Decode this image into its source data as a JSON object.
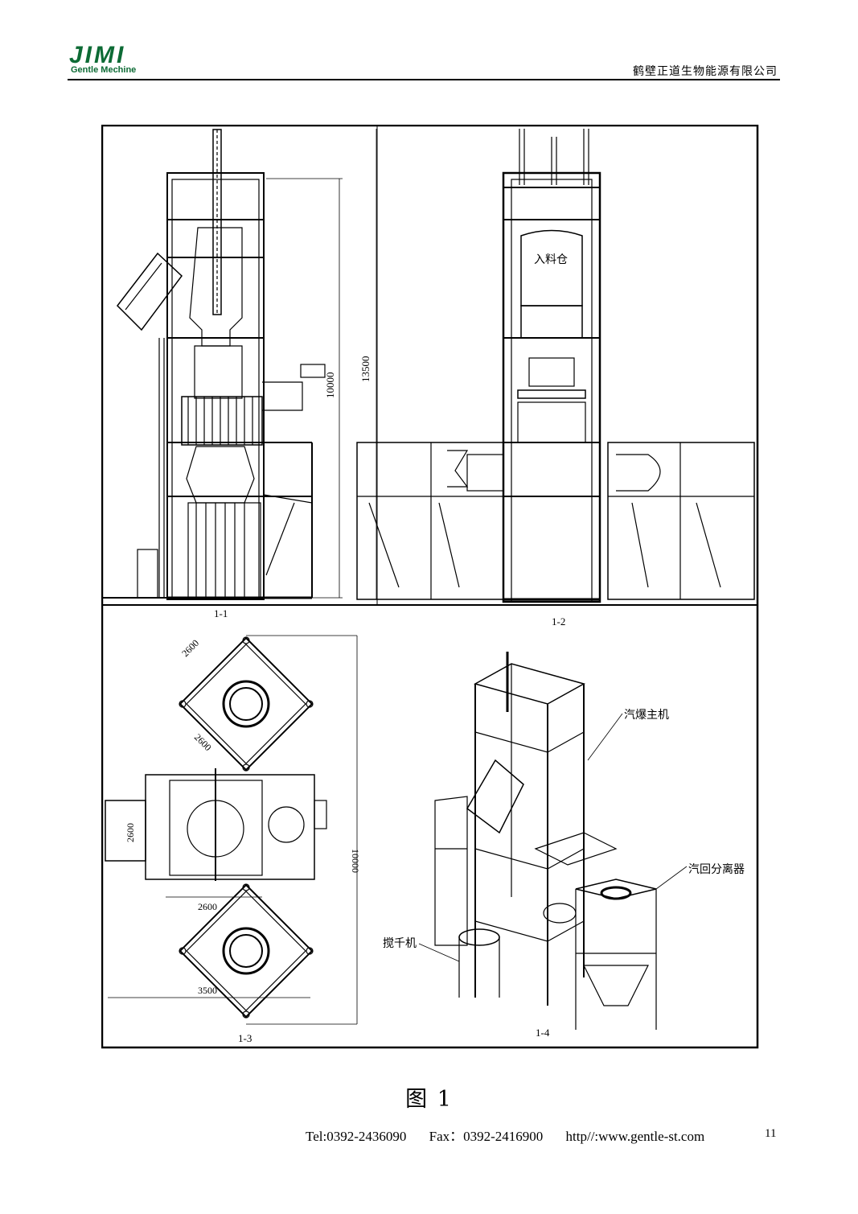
{
  "header": {
    "logo_mark": "JIMI",
    "logo_sub": "Gentle Mechine",
    "company": "鹤壁正道生物能源有限公司",
    "logo_color": "#0d6b35"
  },
  "drawing": {
    "views": {
      "v11": "1-1",
      "v12": "1-2",
      "v13": "1-3",
      "v14": "1-4"
    },
    "dims": {
      "d10000_front": "10000",
      "d13500": "13500",
      "d2600_a": "2600",
      "d2600_b": "2600",
      "d2600_c": "2600",
      "d2600_d": "2600",
      "d10000_plan": "10000",
      "d3500": "3500"
    },
    "labels": {
      "feed_bin": "入料仓",
      "steam_host": "汽爆主机",
      "separator": "汽回分离器",
      "mixer": "搅千机"
    }
  },
  "caption": "图 1",
  "footer": {
    "tel": "Tel:0392-2436090",
    "fax": "Fax：0392-2416900",
    "web": "http//:www.gentle-st.com",
    "page": "11"
  }
}
